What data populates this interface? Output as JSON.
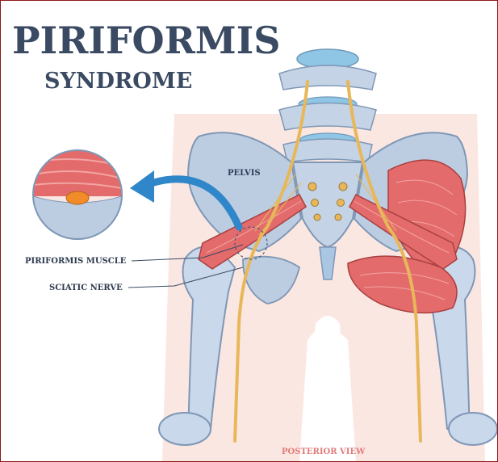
{
  "title": {
    "main": "PIRIFORMIS",
    "sub": "SYNDROME"
  },
  "labels": {
    "pelvis": "PELVIS",
    "piriformis_muscle": "PIRIFORMIS MUSCLE",
    "sciatic_nerve": "SCIATIC NERVE",
    "view": "POSTERIOR VIEW"
  },
  "colors": {
    "border": "#8b1a1a",
    "title": "#3a4a62",
    "bone": "#b9cbe0",
    "bone_outline": "#7f97b5",
    "muscle": "#e36b6b",
    "nerve": "#e8b75a",
    "arrow": "#2f86c9",
    "body_shadow": "#f7dcd6"
  },
  "icons": {
    "arrow": "curved-arrow-icon",
    "magnifier": "zoom-circle-icon"
  }
}
